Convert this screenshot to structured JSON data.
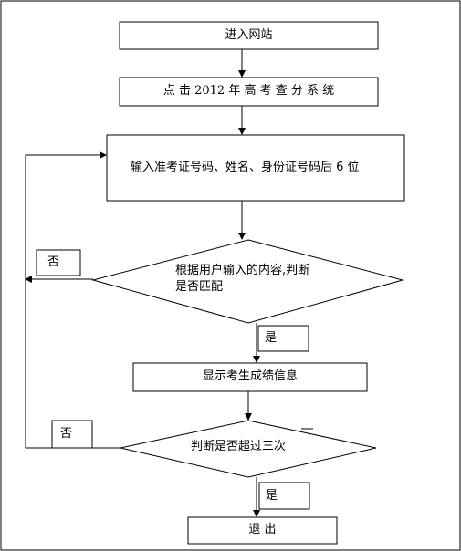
{
  "flow": {
    "step1": "进入网站",
    "step2": "点 击 2012 年 高 考 查 分 系 统",
    "step3": "输入准考证号码、姓名、身份证号码后 6 位",
    "decision1_line1": "根据用户输入的内容,判断",
    "decision1_line2": "是否匹配",
    "decision1_no": "否",
    "decision1_yes": "是",
    "step4": "显示考生成绩信息",
    "decision2": "判断是否超过三次",
    "decision2_no": "否",
    "decision2_yes": "是",
    "step5": "退  出"
  }
}
